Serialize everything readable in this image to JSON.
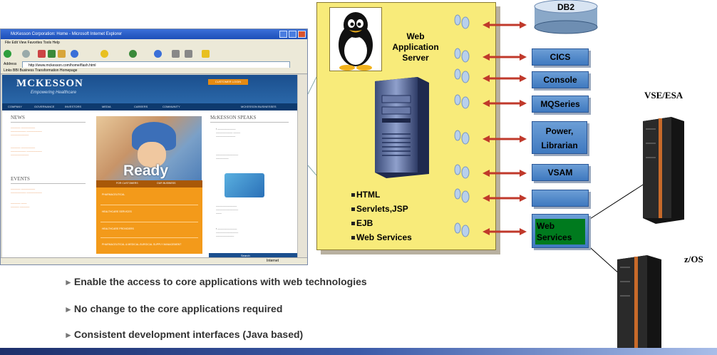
{
  "browser": {
    "title": "McKesson Corporation: Home - Microsoft Internet Explorer",
    "menu": "File  Edit  View  Favorites  Tools  Help",
    "address_label": "Address",
    "address": "http://www.mckesson.com/home/flash.html",
    "links": "Links  BBI Business Transformation Homepage",
    "page": {
      "logo": "MCKESSON",
      "tagline": "Empowering Healthcare",
      "customer_login": "CUSTOMER LOGIN",
      "nav": [
        "COMPANY",
        "GOVERNANCE",
        "INVESTORS",
        "MEDIA",
        "CAREERS",
        "COMMUNITY",
        "MCKESSON BUSINESSES"
      ],
      "news_heading": "NEWS",
      "events_heading": "EVENTS",
      "speaks_heading": "McKESSON SPEAKS",
      "hero_text": "Ready",
      "orange_tabs": [
        "FOR CUSTOMERS",
        "OUR BUSINESS"
      ],
      "orange_items": [
        "PHARMACEUTICAL",
        "HEALTHCARE SERVICES",
        "HEALTHCARE PROVIDERS",
        "PHARMACEUTICAL & MEDICAL-SURGICAL SUPPLY MANAGEMENT"
      ],
      "search_label": "Search"
    },
    "status": "Internet"
  },
  "server": {
    "title": "Web\nApplication\nServer",
    "bullets": [
      "HTML",
      "Servlets,JSP",
      "EJB",
      "Web Services"
    ]
  },
  "systems": [
    "DB2",
    "CICS",
    "Console",
    "MQSeries",
    "Power,\nLibrarian",
    "VSAM",
    "",
    "Web\nServices"
  ],
  "hosts": [
    "VSE/ESA",
    "z/OS"
  ],
  "points": [
    "Enable the access to core applications with web technologies",
    "No change to the core applications required",
    "Consistent development interfaces (Java based)"
  ],
  "colors": {
    "panel": "#f8eb7a",
    "box_blue": "#4f86c8",
    "highlight_green": "#007a1e",
    "arrow_red": "#c0392b"
  }
}
